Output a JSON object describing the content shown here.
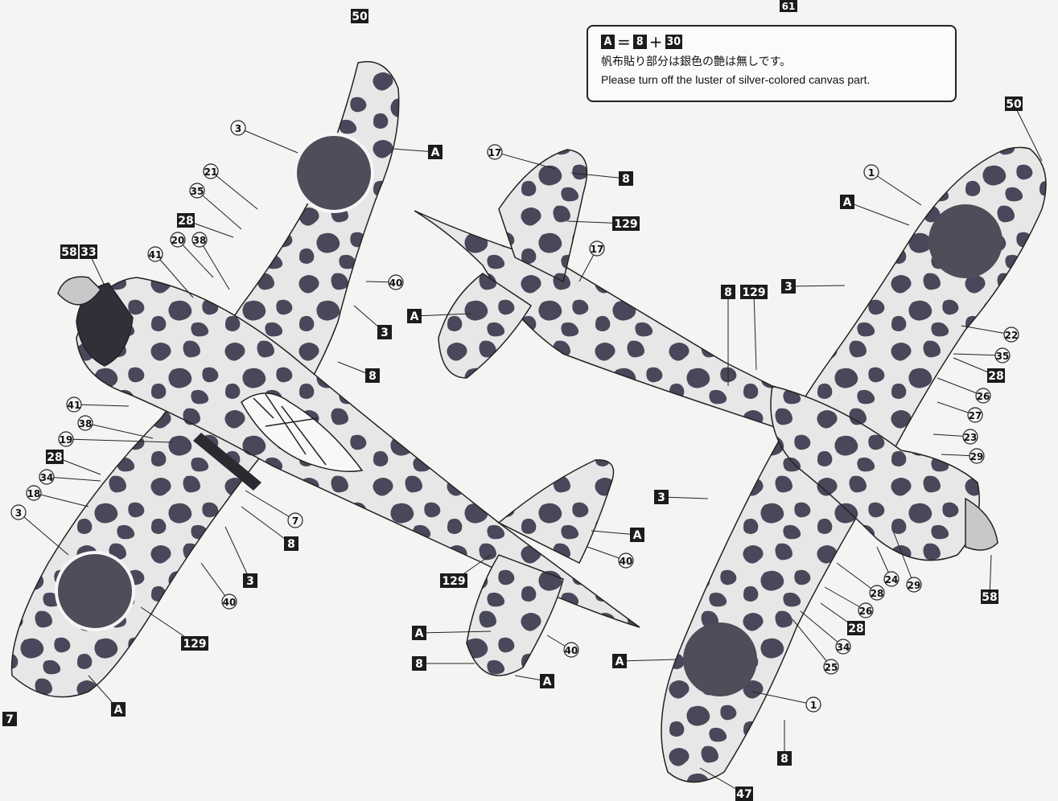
{
  "page_number": "61",
  "note": {
    "formula": {
      "lhs": "A",
      "eq": "=",
      "a": "8",
      "plus": "+",
      "b": "30"
    },
    "japanese": "帆布貼り部分は銀色の艶は無しです。",
    "english": "Please turn off the luster of silver-colored canvas part."
  },
  "colors": {
    "camo": "#48485a",
    "base": "#e8e6e6",
    "stripe": "#f7f7f7",
    "line": "#222222"
  },
  "callouts": [
    {
      "text": "50",
      "type": "box"
    },
    {
      "text": "3",
      "type": "circle"
    },
    {
      "text": "A",
      "type": "box"
    },
    {
      "text": "21",
      "type": "circle"
    },
    {
      "text": "35",
      "type": "circle"
    },
    {
      "text": "28",
      "type": "box"
    },
    {
      "text": "20",
      "type": "circle"
    },
    {
      "text": "38",
      "type": "circle"
    },
    {
      "text": "41",
      "type": "circle"
    },
    {
      "text": "58",
      "type": "box"
    },
    {
      "text": "33",
      "type": "box"
    },
    {
      "text": "40",
      "type": "circle"
    },
    {
      "text": "3",
      "type": "box"
    },
    {
      "text": "8",
      "type": "box"
    },
    {
      "text": "41",
      "type": "circle"
    },
    {
      "text": "38",
      "type": "circle"
    },
    {
      "text": "19",
      "type": "circle"
    },
    {
      "text": "28",
      "type": "box"
    },
    {
      "text": "34",
      "type": "circle"
    },
    {
      "text": "18",
      "type": "circle"
    },
    {
      "text": "3",
      "type": "circle"
    },
    {
      "text": "7",
      "type": "circle"
    },
    {
      "text": "8",
      "type": "box"
    },
    {
      "text": "3",
      "type": "box"
    },
    {
      "text": "40",
      "type": "circle"
    },
    {
      "text": "129",
      "type": "box"
    },
    {
      "text": "A",
      "type": "box"
    },
    {
      "text": "7",
      "type": "box"
    },
    {
      "text": "A",
      "type": "box"
    },
    {
      "text": "8",
      "type": "box"
    },
    {
      "text": "129",
      "type": "box"
    },
    {
      "text": "17",
      "type": "circle"
    },
    {
      "text": "A",
      "type": "box"
    },
    {
      "text": "A",
      "type": "box"
    },
    {
      "text": "40",
      "type": "circle"
    },
    {
      "text": "17",
      "type": "circle"
    },
    {
      "text": "8",
      "type": "box"
    },
    {
      "text": "40",
      "type": "circle"
    },
    {
      "text": "129",
      "type": "box"
    },
    {
      "text": "A",
      "type": "box"
    },
    {
      "text": "50",
      "type": "box"
    },
    {
      "text": "1",
      "type": "circle"
    },
    {
      "text": "A",
      "type": "box"
    },
    {
      "text": "3",
      "type": "box"
    },
    {
      "text": "8",
      "type": "box"
    },
    {
      "text": "129",
      "type": "box"
    },
    {
      "text": "22",
      "type": "circle"
    },
    {
      "text": "35",
      "type": "circle"
    },
    {
      "text": "28",
      "type": "box"
    },
    {
      "text": "26",
      "type": "circle"
    },
    {
      "text": "27",
      "type": "circle"
    },
    {
      "text": "23",
      "type": "circle"
    },
    {
      "text": "29",
      "type": "circle"
    },
    {
      "text": "3",
      "type": "box"
    },
    {
      "text": "58",
      "type": "box"
    },
    {
      "text": "24",
      "type": "circle"
    },
    {
      "text": "29",
      "type": "circle"
    },
    {
      "text": "28",
      "type": "circle"
    },
    {
      "text": "26",
      "type": "circle"
    },
    {
      "text": "28",
      "type": "box"
    },
    {
      "text": "34",
      "type": "circle"
    },
    {
      "text": "25",
      "type": "circle"
    },
    {
      "text": "A",
      "type": "box"
    },
    {
      "text": "1",
      "type": "circle"
    },
    {
      "text": "8",
      "type": "box"
    },
    {
      "text": "47",
      "type": "box"
    }
  ]
}
